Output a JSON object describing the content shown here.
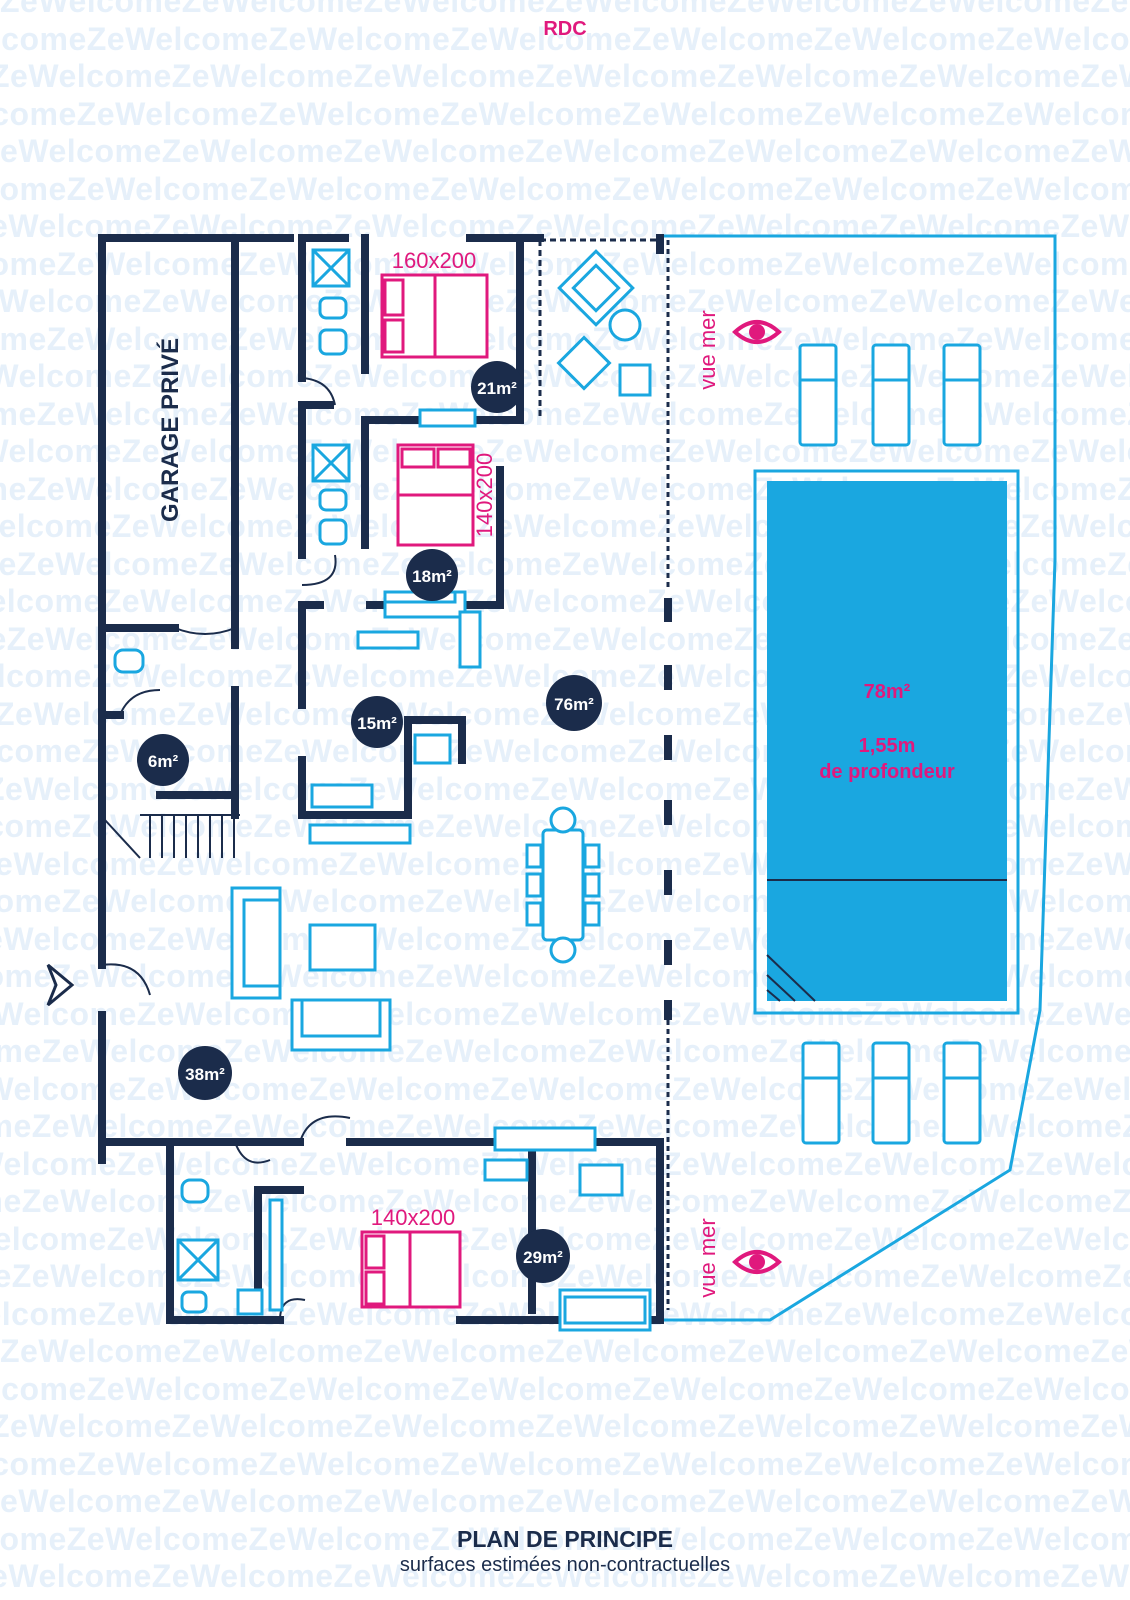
{
  "floor_label": "RDC",
  "watermark_text": "ZeWelcome",
  "garage_label": "GARAGE PRIVÉ",
  "bed_labels": {
    "bed1": "160x200",
    "bed2": "140x200",
    "bed3": "140x200"
  },
  "areas": {
    "bedroom1": "21m²",
    "bedroom2": "18m²",
    "kitchen": "15m²",
    "terrace": "76m²",
    "wc": "6m²",
    "living": "38m²",
    "bedroom3": "29m²"
  },
  "sea_view": {
    "top": "vue mer",
    "bottom": "vue mer"
  },
  "pool": {
    "area": "78m²",
    "depth": "1,55m",
    "depth_note": "de profondeur"
  },
  "footer": {
    "title": "PLAN DE PRINCIPE",
    "subtitle": "surfaces estimées non-contractuelles"
  },
  "colors": {
    "wall": "#1b2c4b",
    "furniture": "#1aa7e0",
    "bed": "#e0197d",
    "pool": "#1aa7e0",
    "watermark": "#e6f0fa"
  }
}
